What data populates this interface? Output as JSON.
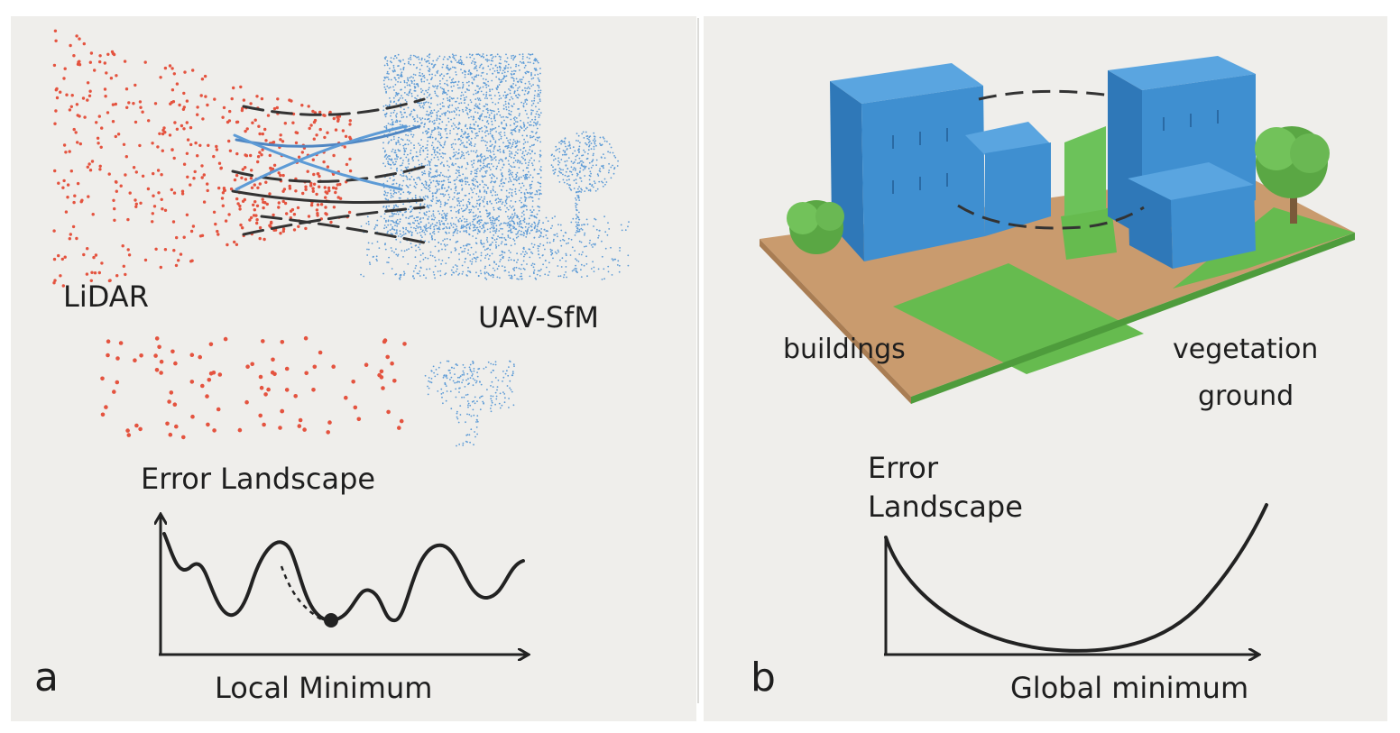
{
  "panel_a": {
    "letter": "a",
    "lidar_label": "LiDAR",
    "uav_label": "UAV-SfM",
    "error_title": "Error Landscape",
    "xaxis_label": "Local Minimum",
    "colors": {
      "lidar": "#e4533f",
      "uav": "#5d9bd6"
    }
  },
  "panel_b": {
    "letter": "b",
    "buildings_label": "buildings",
    "vegetation_label": "vegetation",
    "ground_label": "ground",
    "error_title_line1": "Error",
    "error_title_line2": "Landscape",
    "xaxis_label": "Global minimum",
    "colors": {
      "building": "#3f8fd0",
      "grass": "#66bb4f",
      "soil": "#c99b6e"
    }
  }
}
